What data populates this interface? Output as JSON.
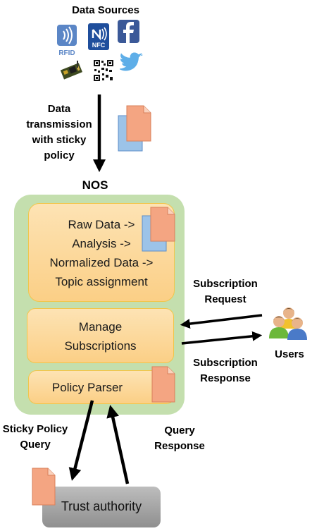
{
  "data_sources": {
    "title": "Data Sources",
    "icons": [
      {
        "name": "rfid",
        "label": "RFID"
      },
      {
        "name": "nfc",
        "label": "NFC"
      },
      {
        "name": "facebook",
        "label": "f"
      },
      {
        "name": "sensor-board",
        "label": ""
      },
      {
        "name": "qr-code",
        "label": ""
      },
      {
        "name": "twitter",
        "label": ""
      }
    ]
  },
  "transmission_label": [
    "Data",
    "transmission",
    "with sticky",
    "policy"
  ],
  "nos": {
    "title": "NOS",
    "raw_box": [
      "Raw Data ->",
      "Analysis ->",
      "Normalized Data ->",
      "Topic assignment"
    ],
    "manage_box": [
      "Manage",
      "Subscriptions"
    ],
    "policy_box": "Policy Parser"
  },
  "subscription_request": [
    "Subscription",
    "Request"
  ],
  "subscription_response": [
    "Subscription",
    "Response"
  ],
  "users_label": "Users",
  "sticky_policy_query": [
    "Sticky Policy",
    "Query"
  ],
  "query_response": [
    "Query",
    "Response"
  ],
  "trust_authority": "Trust authority",
  "colors": {
    "nos_container": "#c4dfae",
    "box_fill": "#fdd799",
    "box_border": "#f2c54a",
    "doc_orange": "#f4a582",
    "doc_blue": "#9cc3e8",
    "trust_gray": "#a6a6a6"
  }
}
